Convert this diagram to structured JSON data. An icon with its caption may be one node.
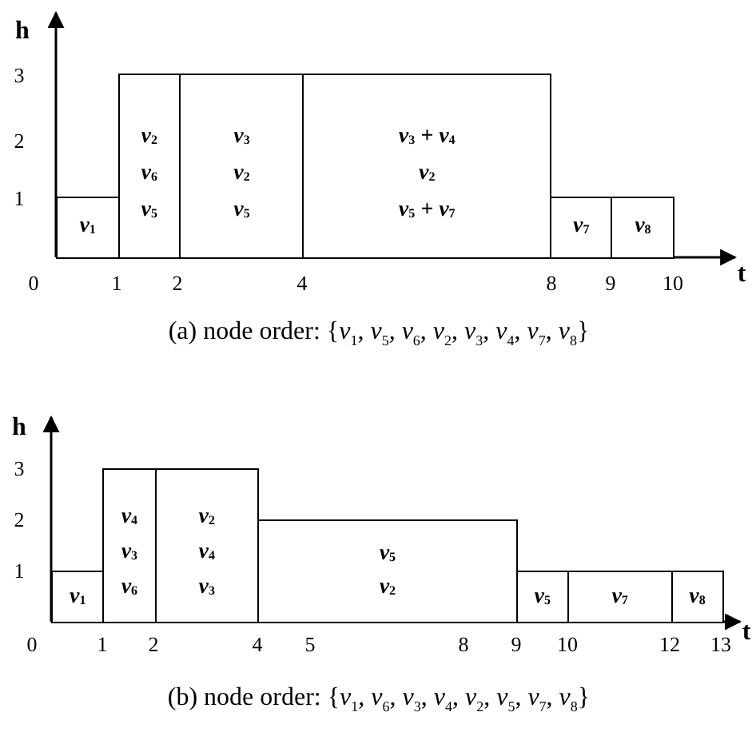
{
  "diagram": {
    "nodes": [
      {
        "text": [
          "v$_{1}$"
        ]
      },
      {
        "text": [
          "v$_{2}$",
          "v$_{6}$",
          "v$_{5}$"
        ]
      },
      {
        "text": [
          "v$_{3}$",
          "v$_{2}$",
          "v$_{5}$"
        ]
      },
      {
        "text": [
          "v$_{3}$ + v$_{4}$",
          "v$_{2}$",
          "v$_{5}$ + v$_{7}$"
        ]
      },
      {
        "text": [
          "v$_{7}$"
        ]
      },
      {
        "text": [
          "v$_{8}$"
        ]
      },
      {
        "text": [
          "v$_{1}$"
        ]
      },
      {
        "text": [
          "v$_{4}$",
          "v$_{3}$",
          "v$_{6}$"
        ]
      },
      {
        "text": [
          "v$_{2}$",
          "v$_{4}$",
          "v$_{3}$"
        ]
      },
      {
        "text": [
          "v$_{5}$",
          "v$_{2}$"
        ]
      },
      {
        "text": [
          "v$_{5}$"
        ]
      },
      {
        "text": [
          "v$_{7}$"
        ]
      },
      {
        "text": [
          "v$_{8}$"
        ]
      }
    ],
    "labels": [
      "h",
      "3",
      "2",
      "1",
      "0",
      "1",
      "2",
      "4",
      "8",
      "9",
      "10",
      "t",
      "(a) node order: {*v*$_{1}$, *v*$_{5}$, *v*$_{6}$, *v*$_{2}$, *v*$_{3}$, *v*$_{4}$, *v*$_{7}$, *v*$_{8}$}",
      "h",
      "3",
      "2",
      "1",
      "0",
      "1",
      "2",
      "4",
      "5",
      "8",
      "9",
      "10",
      "12",
      "13",
      "t",
      "(b) node order: {*v*$_{1}$, *v*$_{6}$, *v*$_{3}$, *v*$_{4}$, *v*$_{2}$, *v*$_{5}$, *v*$_{7}$, *v*$_{8}$}"
    ]
  }
}
